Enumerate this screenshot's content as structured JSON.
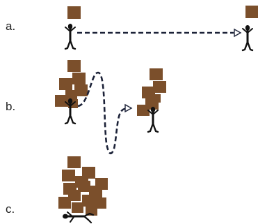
{
  "labels": {
    "a": "a.",
    "b": "b.",
    "c": "c."
  },
  "colors": {
    "box": "#7b4f2b",
    "figure": "#111111",
    "path": "#1c2238",
    "background": "#ffffff"
  },
  "scenes": {
    "a": {
      "boxes_carried_start": 1,
      "boxes_carried_end": 1,
      "path": "straight"
    },
    "b": {
      "boxes_carried_start": 7,
      "boxes_carried_end": 6,
      "path": "winding"
    },
    "c": {
      "boxes_carried": 14,
      "figure_state": "collapsed"
    }
  },
  "icons": {
    "person": "person-icon",
    "box": "box-icon",
    "arrowhead": "arrowhead-icon"
  }
}
